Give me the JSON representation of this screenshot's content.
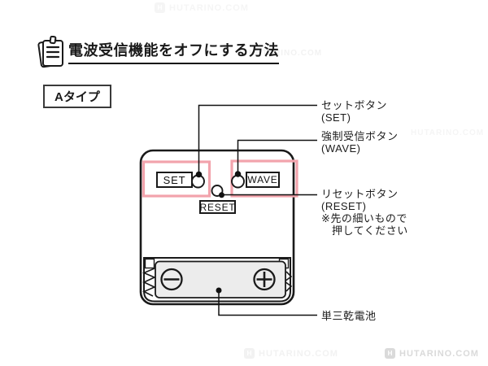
{
  "header": {
    "title": "電波受信機能をオフにする方法"
  },
  "type_badge": {
    "label": "Aタイプ"
  },
  "device": {
    "set_button": "SET",
    "wave_button": "WAVE",
    "reset_button": "RESET"
  },
  "annotations": {
    "set": {
      "lines": [
        "セットボタン",
        "(SET)"
      ]
    },
    "wave": {
      "lines": [
        "強制受信ボタン",
        "(WAVE)"
      ]
    },
    "reset": {
      "lines": [
        "リセットボタン",
        "(RESET)",
        "※先の細いもので",
        "押してください"
      ]
    },
    "battery": {
      "lines": [
        "単三乾電池"
      ]
    }
  },
  "watermark": {
    "text": "HUTARINO.COM",
    "logo_letter": "H"
  },
  "colors": {
    "highlight": "#f2a3ac",
    "ink": "#1a1a1a",
    "battery_fill": "#ececec"
  }
}
